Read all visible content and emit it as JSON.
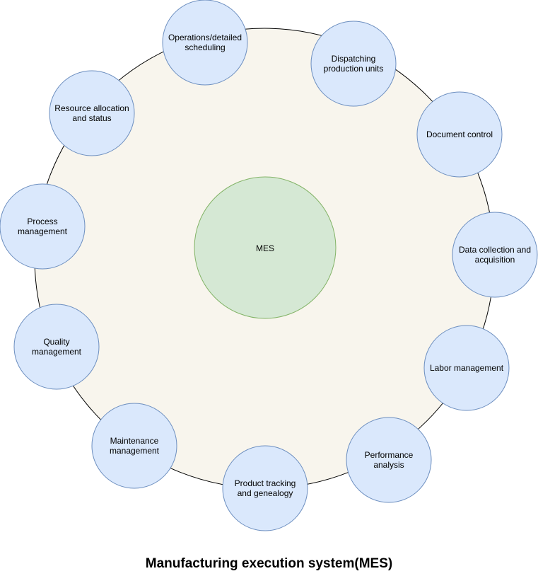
{
  "diagram": {
    "center": {
      "label": "MES"
    },
    "modules": [
      {
        "id": "operations-scheduling",
        "lines": [
          "Operations/detailed",
          "scheduling"
        ]
      },
      {
        "id": "dispatching",
        "lines": [
          "Dispatching",
          "production units"
        ]
      },
      {
        "id": "document-control",
        "lines": [
          "Document control"
        ]
      },
      {
        "id": "data-collection",
        "lines": [
          "Data collection and",
          "acquisition"
        ]
      },
      {
        "id": "labor-management",
        "lines": [
          "Labor management"
        ]
      },
      {
        "id": "performance-analysis",
        "lines": [
          "Performance",
          "analysis"
        ]
      },
      {
        "id": "product-tracking",
        "lines": [
          "Product tracking",
          "and genealogy"
        ]
      },
      {
        "id": "maintenance-management",
        "lines": [
          "Maintenance",
          "management"
        ]
      },
      {
        "id": "quality-management",
        "lines": [
          "Quality",
          "management"
        ]
      },
      {
        "id": "process-management",
        "lines": [
          "Process",
          "management"
        ]
      },
      {
        "id": "resource-allocation",
        "lines": [
          "Resource allocation",
          "and status"
        ]
      }
    ],
    "caption": "Manufacturing execution system(MES)"
  },
  "colors": {
    "ring_fill": "#f8f5ed",
    "ring_stroke": "#000000",
    "module_fill": "#dae8fc",
    "module_stroke": "#6c8ebf",
    "center_fill": "#d5e8d4",
    "center_stroke": "#82b366"
  }
}
